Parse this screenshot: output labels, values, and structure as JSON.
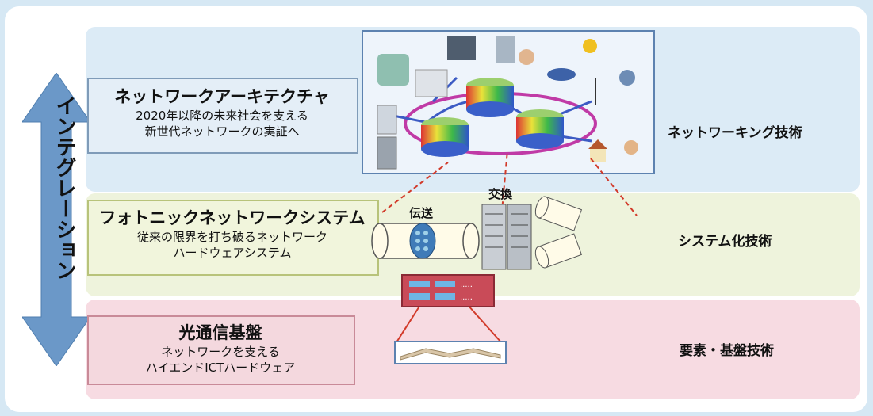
{
  "architecture": {
    "title": "ネットワークアーキテクチャ",
    "line1": "2020年以降の未来社会を支える",
    "line2": "新世代ネットワークの実証へ"
  },
  "photonic": {
    "title": "フォトニックネットワークシステム",
    "line1": "従来の限界を打ち破るネットワーク",
    "line2": "ハードウェアシステム"
  },
  "foundation": {
    "title": "光通信基盤",
    "line1": "ネットワークを支える",
    "line2": "ハイエンドICTハードウェア"
  },
  "tech": {
    "networking": "ネットワーキング技術",
    "systemization": "システム化技術",
    "element": "要素・基盤技術"
  },
  "integration": "インテグレーション",
  "labels": {
    "transmission": "伝送",
    "switching": "交換"
  },
  "colors": {
    "top_band": "#dcebf6",
    "mid_band": "#eef3dc",
    "bottom_band": "#f7dbe2",
    "arrow": "#6b98c8",
    "dashed": "#d23a2a"
  }
}
